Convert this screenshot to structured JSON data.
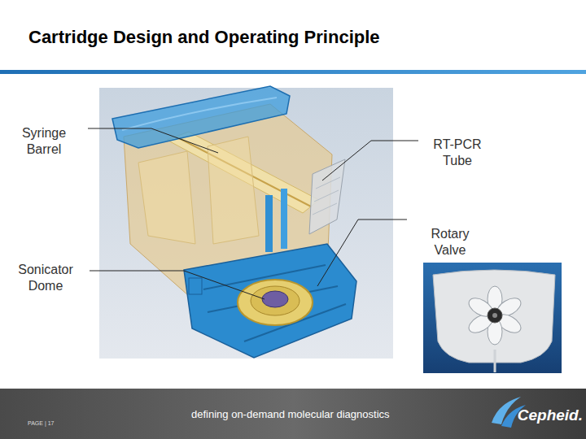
{
  "diagram": {
    "title": "Cartridge Design and Operating Principle",
    "labels": [
      "Syringe Barrel",
      "RT-PCR Tube",
      "Rotary Valve",
      "Sonicator Dome",
      "PAGE | 17",
      "defining on-demand molecular diagnostics",
      "Cepheid."
    ]
  }
}
